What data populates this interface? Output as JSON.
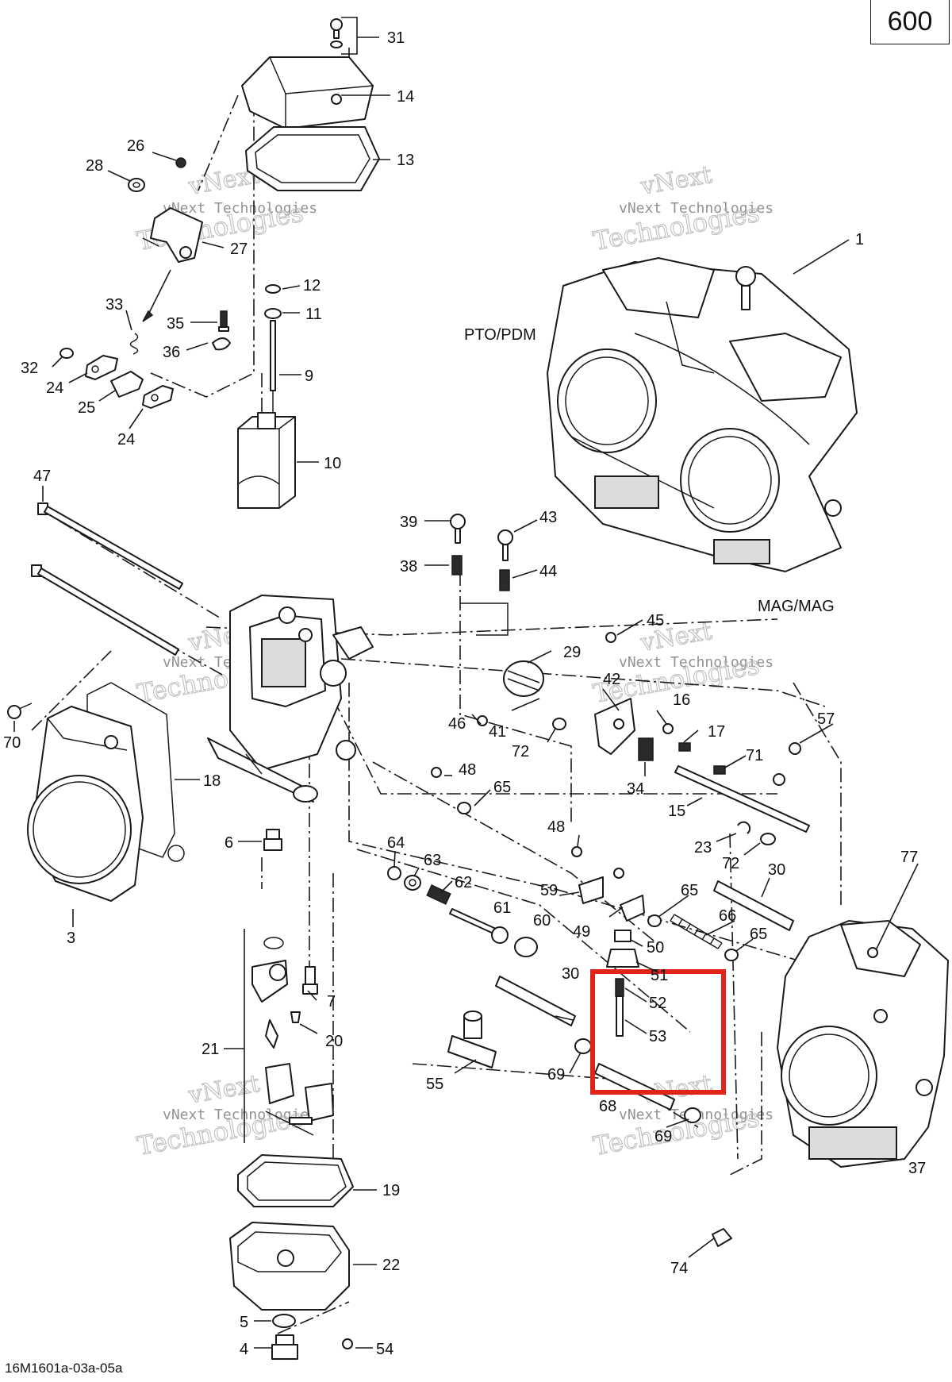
{
  "page_number": "600",
  "figure_code": "16M1601a-03a-05a",
  "labels": {
    "pto_pdm": "PTO/PDM",
    "mag_mag": "MAG/MAG"
  },
  "watermark": {
    "line1": "vNext Technologies",
    "line2": "Technologies",
    "line3": "vNext"
  },
  "callouts": [
    "1",
    "3",
    "4",
    "5",
    "6",
    "7",
    "9",
    "10",
    "11",
    "12",
    "13",
    "14",
    "15",
    "16",
    "17",
    "18",
    "19",
    "20",
    "21",
    "22",
    "23",
    "24",
    "24",
    "25",
    "26",
    "27",
    "28",
    "29",
    "30",
    "30",
    "31",
    "32",
    "33",
    "34",
    "35",
    "36",
    "37",
    "38",
    "39",
    "41",
    "42",
    "43",
    "44",
    "45",
    "46",
    "47",
    "48",
    "48",
    "49",
    "50",
    "51",
    "52",
    "53",
    "54",
    "55",
    "57",
    "59",
    "60",
    "61",
    "62",
    "63",
    "64",
    "65",
    "65",
    "65",
    "66",
    "68",
    "69",
    "69",
    "70",
    "71",
    "72",
    "72",
    "74",
    "77"
  ],
  "highlight": {
    "color": "#e2231a",
    "parts": [
      "51",
      "52",
      "53"
    ]
  }
}
